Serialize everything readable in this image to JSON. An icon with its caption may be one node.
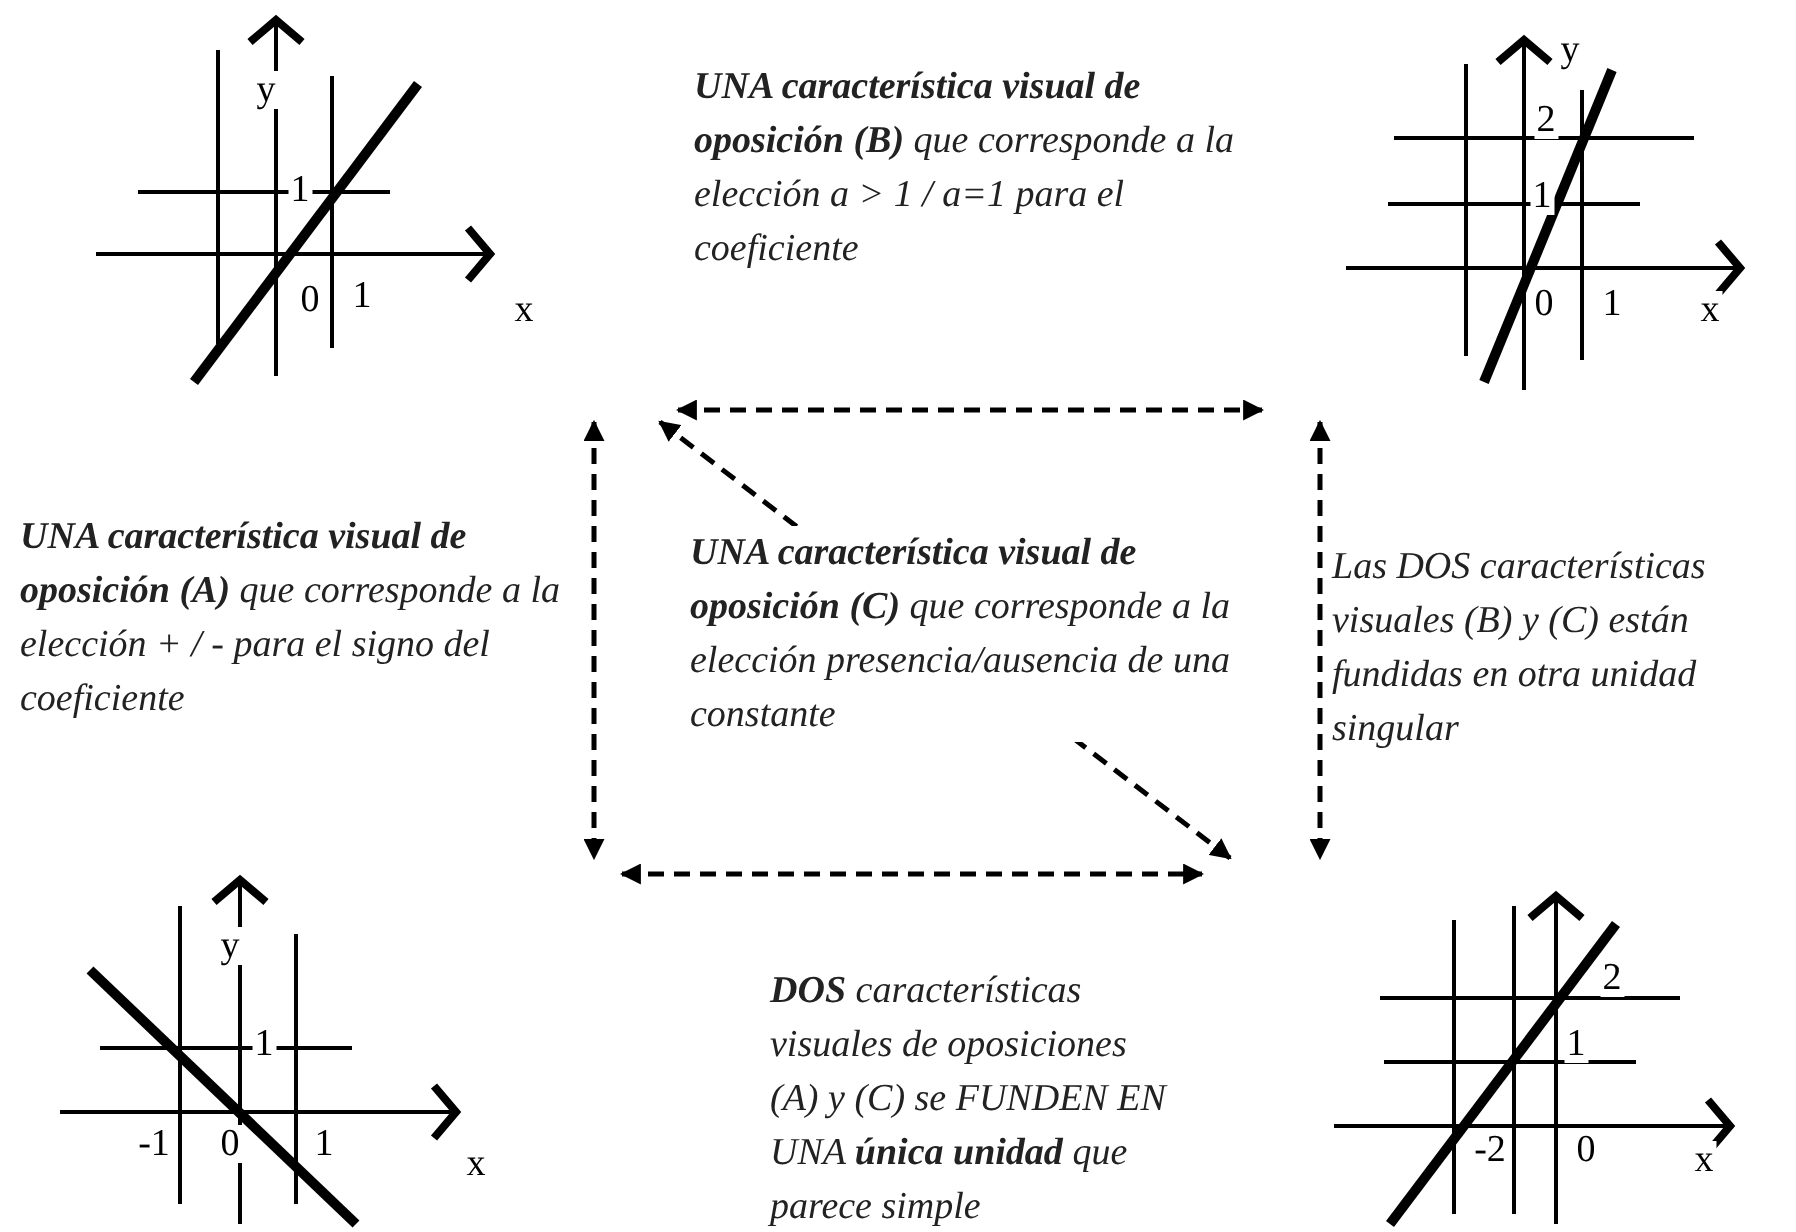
{
  "diagram": {
    "nodes": [
      {
        "text": [
          "y",
          "1",
          "0",
          "1",
          "x"
        ]
      },
      {
        "text": [
          "y",
          "2",
          "1",
          "0",
          "1",
          "x"
        ]
      },
      {
        "text": [
          "y",
          "1",
          "-1",
          "0",
          "1",
          "x"
        ]
      },
      {
        "text": [
          "2",
          "1",
          "-2",
          "0",
          "x"
        ]
      }
    ],
    "edges": [
      {
        "from": 0,
        "to": 1,
        "arrow": "both",
        "style": "dashed"
      },
      {
        "from": 0,
        "to": 2,
        "arrow": "both",
        "style": "dashed"
      },
      {
        "from": 0,
        "to": 3,
        "arrow": "both",
        "style": "dashed"
      },
      {
        "from": 1,
        "to": 3,
        "arrow": "both",
        "style": "dashed"
      },
      {
        "from": 2,
        "to": 3,
        "arrow": "both",
        "style": "dashed"
      }
    ],
    "labels": [
      "**UNA característica visual de oposición (B)** que corresponde a la elección a > 1 / a=1 para el coeficiente",
      "**UNA característica visual de oposición (A)** que corresponde a la elección + / - para el signo del coeficiente",
      "**UNA característica visual de oposición (C)** que corresponde a la elección presencia/ausencia de una constante",
      "Las DOS características visuales (B) y (C) están fundidas en otra unidad singular",
      "**DOS** características visuales de oposiciones (A) y (C) se FUNDEN EN UNA **única unidad** que parece simple"
    ]
  }
}
